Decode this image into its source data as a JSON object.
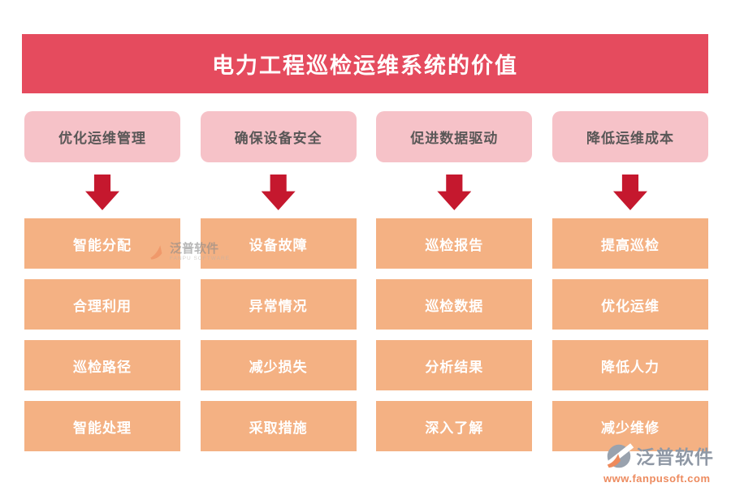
{
  "title": "电力工程巡检运维系统的价值",
  "columns": [
    {
      "header": "优化运维管理",
      "items": [
        "智能分配",
        "合理利用",
        "巡检路径",
        "智能处理"
      ]
    },
    {
      "header": "确保设备安全",
      "items": [
        "设备故障",
        "异常情况",
        "减少损失",
        "采取措施"
      ]
    },
    {
      "header": "促进数据驱动",
      "items": [
        "巡检报告",
        "巡检数据",
        "分析结果",
        "深入了解"
      ]
    },
    {
      "header": "降低运维成本",
      "items": [
        "提高巡检",
        "优化运维",
        "降低人力",
        "减少维修"
      ]
    }
  ],
  "watermark": {
    "brand": "泛普软件",
    "brand_en": "FANPU SOFTWARE",
    "url": "www.fanpusoft.com"
  },
  "colors": {
    "banner_bg": "#e54b5e",
    "banner_text": "#ffffff",
    "header_bg": "#f6c2c8",
    "header_text": "#595757",
    "arrow": "#c5182e",
    "item_bg": "#f4b183",
    "item_text": "#ffffff",
    "watermark_gray": "#8f98a5",
    "watermark_orange": "#ed8b5f"
  }
}
